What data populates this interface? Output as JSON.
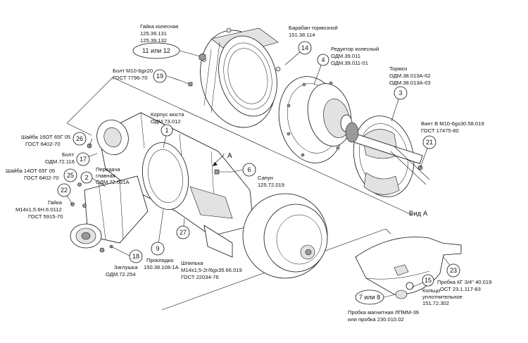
{
  "view_label": "Вид А",
  "arrow_label": "А",
  "callouts": [
    {
      "id": "c14",
      "number": "14",
      "lines": [
        "Барабан тормозной",
        "151.38.114"
      ]
    },
    {
      "id": "c4",
      "number": "4",
      "lines": [
        "Редуктор колесный",
        "ОДМ.39.011",
        "ОДМ.39.011-01"
      ]
    },
    {
      "id": "c3",
      "number": "3",
      "lines": [
        "Тормоз",
        "ОДМ.38.013А-02",
        "ОДМ.38.013А-03"
      ]
    },
    {
      "id": "c21",
      "number": "21",
      "lines": [
        "Винт В М10-6gх30.58.019",
        "ГОСТ 17475-80"
      ]
    },
    {
      "id": "c1112",
      "number": "11 или 12",
      "lines": [
        "Гайка колесная",
        "125.39.131",
        "125.39.132"
      ]
    },
    {
      "id": "c19",
      "number": "19",
      "lines": [
        "Болт М10-6gх20",
        "ГОСТ 7796-70"
      ]
    },
    {
      "id": "c1",
      "number": "1",
      "lines": [
        "Корпус моста",
        "ОДМ.73.012"
      ]
    },
    {
      "id": "c26",
      "number": "26",
      "lines": [
        "Шайба 16ОТ 65Г 05",
        "ГОСТ 6402-70"
      ]
    },
    {
      "id": "c17",
      "number": "17",
      "lines": [
        "Болт",
        "ОДМ.72.116"
      ]
    },
    {
      "id": "c2",
      "number": "2",
      "lines": [
        "Передача",
        "главная",
        "ОДМ.72.031А"
      ]
    },
    {
      "id": "c25",
      "number": "25",
      "lines": [
        "Шайба 14ОТ 65Г 05",
        "ГОСТ 6402-70"
      ]
    },
    {
      "id": "c22",
      "number": "22",
      "lines": [
        "Гайка",
        "М14х1,5.6Н.6.0112",
        "ГОСТ 5915-70"
      ]
    },
    {
      "id": "c6",
      "number": "6",
      "lines": [
        "Сапун",
        "125.72.019"
      ]
    },
    {
      "id": "c18",
      "number": "18",
      "lines": [
        "Заглушка",
        "ОДМ.72.254"
      ]
    },
    {
      "id": "c9",
      "number": "9",
      "lines": [
        "Прокладка",
        "150.38.108-1А"
      ]
    },
    {
      "id": "c27",
      "number": "27",
      "lines": [
        "Шпилька",
        "М14х1,5-2г/6gх35.66.019",
        "ГОСТ 22034-76"
      ]
    },
    {
      "id": "c23",
      "number": "23",
      "lines": [
        "Пробка КГ 3/4\" 40.019",
        "ОСТ 23.1.117-83"
      ]
    },
    {
      "id": "c15",
      "number": "15",
      "lines": [
        "Кольцо",
        "уплотнительное",
        "151.72.302"
      ]
    },
    {
      "id": "c78",
      "number": "7 или 8",
      "lines": [
        "Пробка магнитная ЛПММ-39",
        "или пробка 230.010.02"
      ]
    }
  ]
}
